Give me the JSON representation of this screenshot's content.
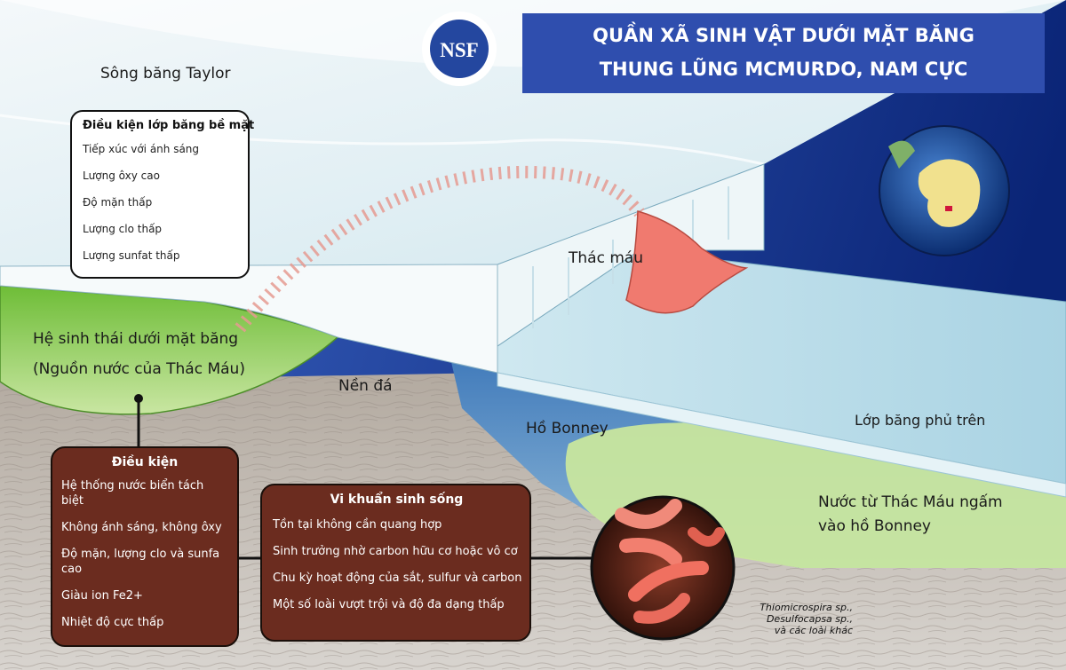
{
  "title": {
    "line1": "QUẦN XÃ SINH VẬT DƯỚI MẶT BĂNG",
    "line2": "THUNG LŨNG MCMURDO, NAM CỰC"
  },
  "logo": {
    "text": "NSF"
  },
  "labels": {
    "glacier": "Sông băng Taylor",
    "blood_falls": "Thác máu",
    "ecosystem_line1": "Hệ sinh thái dưới mặt băng",
    "ecosystem_line2": "(Nguồn nước của Thác Máu)",
    "bedrock": "Nền đá",
    "lake": "Hồ Bonney",
    "ice_cover": "Lớp băng phủ trên",
    "seep_line1": "Nước từ Thác Máu ngấm",
    "seep_line2": "vào hồ Bonney"
  },
  "surface_conditions": {
    "heading": "Điều kiện lớp băng bề mặt",
    "items": [
      "Tiếp xúc với ánh sáng",
      "Lượng ôxy cao",
      "Độ mặn thấp",
      "Lượng clo thấp",
      "Lượng sunfat thấp"
    ]
  },
  "conditions": {
    "heading": "Điều kiện",
    "items": [
      "Hệ thống nước biển tách biệt",
      "Không ánh sáng, không ôxy",
      "Độ mặn, lượng clo và sunfa cao",
      "Giàu ion Fe2+",
      "Nhiệt độ cực thấp"
    ]
  },
  "bacteria": {
    "heading": "Vi khuẩn sinh sống",
    "items": [
      "Tồn tại không cần quang hợp",
      "Sinh trưởng nhờ carbon hữu cơ hoặc vô cơ",
      "Chu kỳ hoạt động của sắt, sulfur và carbon",
      "Một số loài vượt trội và độ đa dạng thấp"
    ]
  },
  "species": {
    "line1": "Thiomicrospira sp.,",
    "line2": "Desulfocapsa sp.,",
    "line3": "và các loài khác"
  },
  "colors": {
    "sky": "#0e2f86",
    "title_box": "#2f4eae",
    "brown_box": "#6b2c1f",
    "green_ecosystem": "#86c94a",
    "blood": "#f07a6f"
  }
}
